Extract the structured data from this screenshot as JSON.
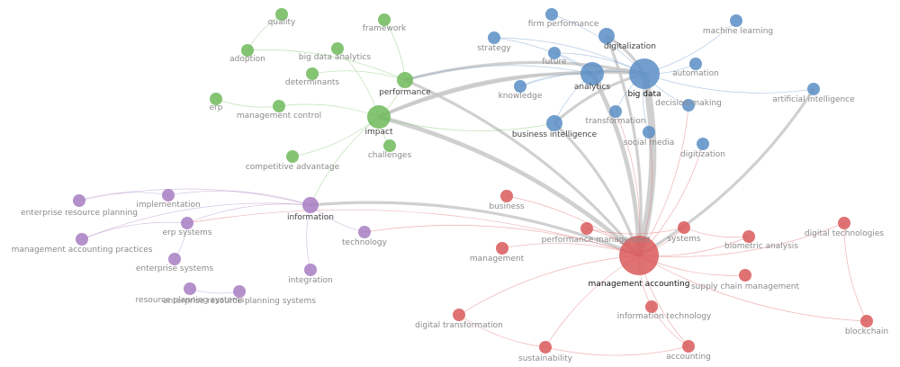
{
  "colors": {
    "green": "#6fba5b",
    "blue": "#5b8ec6",
    "purple": "#a77ec2",
    "red": "#d9595b",
    "edge": "#c8c8c8"
  },
  "nodes": [
    {
      "id": "quality",
      "label": "quality",
      "cluster": "green",
      "weight": 1
    },
    {
      "id": "framework",
      "label": "framework",
      "cluster": "green",
      "weight": 1
    },
    {
      "id": "adoption",
      "label": "adoption",
      "cluster": "green",
      "weight": 1
    },
    {
      "id": "big-data-analytics",
      "label": "big data analytics",
      "cluster": "green",
      "weight": 1
    },
    {
      "id": "determinants",
      "label": "determinants",
      "cluster": "green",
      "weight": 1
    },
    {
      "id": "performance",
      "label": "performance",
      "cluster": "green",
      "weight": 2
    },
    {
      "id": "erp",
      "label": "erp",
      "cluster": "green",
      "weight": 1
    },
    {
      "id": "management-control",
      "label": "management control",
      "cluster": "green",
      "weight": 1
    },
    {
      "id": "impact",
      "label": "impact",
      "cluster": "green",
      "weight": 3
    },
    {
      "id": "challenges",
      "label": "challenges",
      "cluster": "green",
      "weight": 1
    },
    {
      "id": "competitive-advantage",
      "label": "competitive advantage",
      "cluster": "green",
      "weight": 1
    },
    {
      "id": "firm-performance",
      "label": "firm performance",
      "cluster": "blue",
      "weight": 1
    },
    {
      "id": "strategy",
      "label": "strategy",
      "cluster": "blue",
      "weight": 1
    },
    {
      "id": "digitalization",
      "label": "digitalization",
      "cluster": "blue",
      "weight": 2
    },
    {
      "id": "machine-learning",
      "label": "machine learning",
      "cluster": "blue",
      "weight": 1
    },
    {
      "id": "future",
      "label": "future",
      "cluster": "blue",
      "weight": 1
    },
    {
      "id": "analytics",
      "label": "analytics",
      "cluster": "blue",
      "weight": 3
    },
    {
      "id": "big-data",
      "label": "big data",
      "cluster": "blue",
      "weight": 4
    },
    {
      "id": "automation",
      "label": "automation",
      "cluster": "blue",
      "weight": 1
    },
    {
      "id": "knowledge",
      "label": "knowledge",
      "cluster": "blue",
      "weight": 1
    },
    {
      "id": "artificial-intelligence",
      "label": "artificial intelligence",
      "cluster": "blue",
      "weight": 1
    },
    {
      "id": "transformation",
      "label": "transformation",
      "cluster": "blue",
      "weight": 1
    },
    {
      "id": "decision-making",
      "label": "decision-making",
      "cluster": "blue",
      "weight": 1
    },
    {
      "id": "business-intelligence",
      "label": "business intelligence",
      "cluster": "blue",
      "weight": 2
    },
    {
      "id": "social-media",
      "label": "social media",
      "cluster": "blue",
      "weight": 1
    },
    {
      "id": "digitization",
      "label": "digitization",
      "cluster": "blue",
      "weight": 1
    },
    {
      "id": "enterprise-resource-planning",
      "label": "enterprise resource planning",
      "cluster": "purple",
      "weight": 1
    },
    {
      "id": "implementation",
      "label": "implementation",
      "cluster": "purple",
      "weight": 1
    },
    {
      "id": "information",
      "label": "information",
      "cluster": "purple",
      "weight": 2
    },
    {
      "id": "erp-systems",
      "label": "erp systems",
      "cluster": "purple",
      "weight": 1
    },
    {
      "id": "management-accounting-practices",
      "label": "management accounting practices",
      "cluster": "purple",
      "weight": 1
    },
    {
      "id": "technology",
      "label": "technology",
      "cluster": "purple",
      "weight": 1
    },
    {
      "id": "enterprise-systems",
      "label": "enterprise systems",
      "cluster": "purple",
      "weight": 1
    },
    {
      "id": "integration",
      "label": "integration",
      "cluster": "purple",
      "weight": 1
    },
    {
      "id": "resource-planning-systems",
      "label": "resource planning systems",
      "cluster": "purple",
      "weight": 1
    },
    {
      "id": "enterprise-resource-planning-systems",
      "label": "enterprise resource planning systems",
      "cluster": "purple",
      "weight": 1
    },
    {
      "id": "business",
      "label": "business",
      "cluster": "red",
      "weight": 1
    },
    {
      "id": "performance-management",
      "label": "performance management",
      "cluster": "red",
      "weight": 1
    },
    {
      "id": "systems",
      "label": "systems",
      "cluster": "red",
      "weight": 1
    },
    {
      "id": "biometric-analysis",
      "label": "biometric analysis",
      "cluster": "red",
      "weight": 1
    },
    {
      "id": "digital-technologies",
      "label": "digital technologies",
      "cluster": "red",
      "weight": 1
    },
    {
      "id": "management",
      "label": "management",
      "cluster": "red",
      "weight": 1
    },
    {
      "id": "management-accounting",
      "label": "management accounting",
      "cluster": "red",
      "weight": 5
    },
    {
      "id": "supply-chain-management",
      "label": "supply chain management",
      "cluster": "red",
      "weight": 1
    },
    {
      "id": "information-technology",
      "label": "information technology",
      "cluster": "red",
      "weight": 1
    },
    {
      "id": "digital-transformation",
      "label": "digital transformation",
      "cluster": "red",
      "weight": 1
    },
    {
      "id": "blockchain",
      "label": "blockchain",
      "cluster": "red",
      "weight": 1
    },
    {
      "id": "sustainability",
      "label": "sustainability",
      "cluster": "red",
      "weight": 1
    },
    {
      "id": "accounting",
      "label": "accounting",
      "cluster": "red",
      "weight": 1
    }
  ],
  "links": [
    [
      "management-accounting",
      "big-data",
      5
    ],
    [
      "management-accounting",
      "analytics",
      3
    ],
    [
      "management-accounting",
      "impact",
      3
    ],
    [
      "management-accounting",
      "performance",
      2
    ],
    [
      "management-accounting",
      "digitalization",
      2
    ],
    [
      "management-accounting",
      "information",
      2
    ],
    [
      "management-accounting",
      "business-intelligence",
      2
    ],
    [
      "management-accounting",
      "artificial-intelligence",
      2
    ],
    [
      "management-accounting",
      "systems",
      1
    ],
    [
      "management-accounting",
      "performance-management",
      1
    ],
    [
      "management-accounting",
      "management",
      1
    ],
    [
      "management-accounting",
      "business",
      1
    ],
    [
      "management-accounting",
      "biometric-analysis",
      1
    ],
    [
      "management-accounting",
      "digital-technologies",
      1
    ],
    [
      "management-accounting",
      "information-technology",
      1
    ],
    [
      "management-accounting",
      "supply-chain-management",
      1
    ],
    [
      "management-accounting",
      "accounting",
      1
    ],
    [
      "management-accounting",
      "sustainability",
      1
    ],
    [
      "management-accounting",
      "blockchain",
      1
    ],
    [
      "management-accounting",
      "digital-transformation",
      1
    ],
    [
      "management-accounting",
      "decision-making",
      1
    ],
    [
      "management-accounting",
      "transformation",
      1
    ],
    [
      "management-accounting",
      "technology",
      1
    ],
    [
      "management-accounting",
      "erp-systems",
      1
    ],
    [
      "management-accounting",
      "digitization",
      1
    ],
    [
      "management-accounting",
      "social-media",
      1
    ],
    [
      "big-data",
      "analytics",
      3
    ],
    [
      "big-data",
      "digitalization",
      2
    ],
    [
      "big-data",
      "impact",
      2
    ],
    [
      "big-data",
      "performance",
      2
    ],
    [
      "big-data",
      "business-intelligence",
      2
    ],
    [
      "big-data",
      "artificial-intelligence",
      1
    ],
    [
      "big-data",
      "machine-learning",
      1
    ],
    [
      "big-data",
      "automation",
      1
    ],
    [
      "big-data",
      "decision-making",
      1
    ],
    [
      "big-data",
      "firm-performance",
      1
    ],
    [
      "big-data",
      "future",
      1
    ],
    [
      "big-data",
      "strategy",
      1
    ],
    [
      "big-data",
      "knowledge",
      1
    ],
    [
      "big-data",
      "transformation",
      1
    ],
    [
      "big-data",
      "social-media",
      1
    ],
    [
      "analytics",
      "impact",
      2
    ],
    [
      "analytics",
      "performance",
      1
    ],
    [
      "analytics",
      "knowledge",
      1
    ],
    [
      "analytics",
      "business-intelligence",
      1
    ],
    [
      "analytics",
      "strategy",
      1
    ],
    [
      "analytics",
      "future",
      1
    ],
    [
      "impact",
      "performance",
      1
    ],
    [
      "impact",
      "challenges",
      1
    ],
    [
      "impact",
      "management-control",
      1
    ],
    [
      "impact",
      "big-data-analytics",
      1
    ],
    [
      "impact",
      "business-intelligence",
      1
    ],
    [
      "impact",
      "information",
      1
    ],
    [
      "performance",
      "determinants",
      1
    ],
    [
      "performance",
      "adoption",
      1
    ],
    [
      "performance",
      "framework",
      1
    ],
    [
      "information",
      "implementation",
      1
    ],
    [
      "information",
      "erp-systems",
      1
    ],
    [
      "information",
      "technology",
      1
    ],
    [
      "information",
      "enterprise-resource-planning",
      1
    ],
    [
      "information",
      "management-accounting-practices",
      1
    ],
    [
      "information",
      "integration",
      1
    ],
    [
      "implementation",
      "enterprise-resource-planning",
      1
    ],
    [
      "erp-systems",
      "management-accounting-practices",
      1
    ],
    [
      "enterprise-systems",
      "erp-systems",
      1
    ],
    [
      "resource-planning-systems",
      "enterprise-resource-planning-systems",
      1
    ],
    [
      "quality",
      "adoption",
      1
    ],
    [
      "erp",
      "management-control",
      1
    ],
    [
      "competitive-advantage",
      "impact",
      1
    ],
    [
      "systems",
      "biometric-analysis",
      1
    ],
    [
      "performance-management",
      "systems",
      1
    ],
    [
      "digital-technologies",
      "blockchain",
      1
    ],
    [
      "sustainability",
      "accounting",
      1
    ],
    [
      "information-technology",
      "accounting",
      1
    ],
    [
      "digital-transformation",
      "sustainability",
      1
    ]
  ]
}
